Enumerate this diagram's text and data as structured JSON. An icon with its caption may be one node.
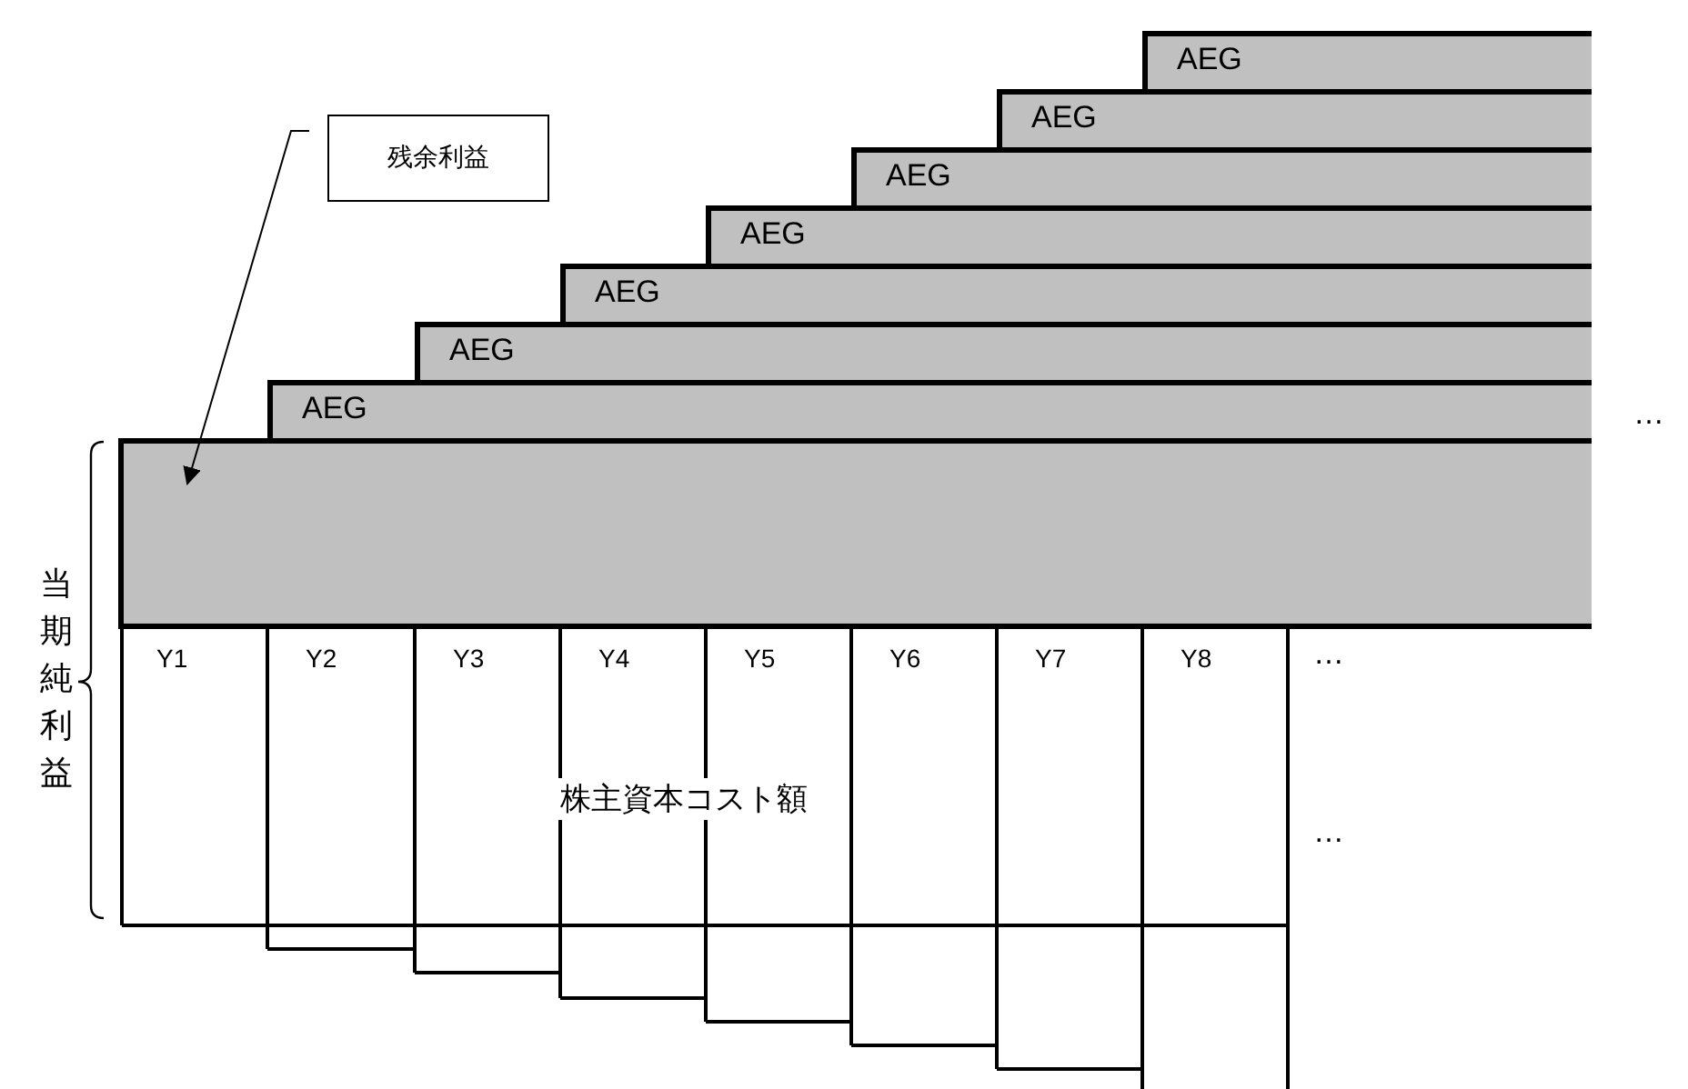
{
  "diagram": {
    "nodes": [
      {
        "text": [
          "AEG"
        ]
      },
      {
        "text": [
          "AEG"
        ]
      },
      {
        "text": [
          "AEG"
        ]
      },
      {
        "text": [
          "AEG"
        ]
      },
      {
        "text": [
          "AEG"
        ]
      },
      {
        "text": [
          "AEG"
        ]
      },
      {
        "text": [
          "AEG"
        ]
      },
      {
        "text": [
          "残余利益"
        ]
      },
      {
        "text": [],
        "shape": "box"
      }
    ],
    "edges": [
      {
        "from": 7,
        "to": 8,
        "arrow": "to"
      }
    ],
    "labels": [
      "…",
      "当期純利益",
      "Y1",
      "Y2",
      "Y3",
      "Y4",
      "Y5",
      "Y6",
      "Y7",
      "Y8",
      "…",
      "株主資本コスト額",
      "…"
    ]
  }
}
